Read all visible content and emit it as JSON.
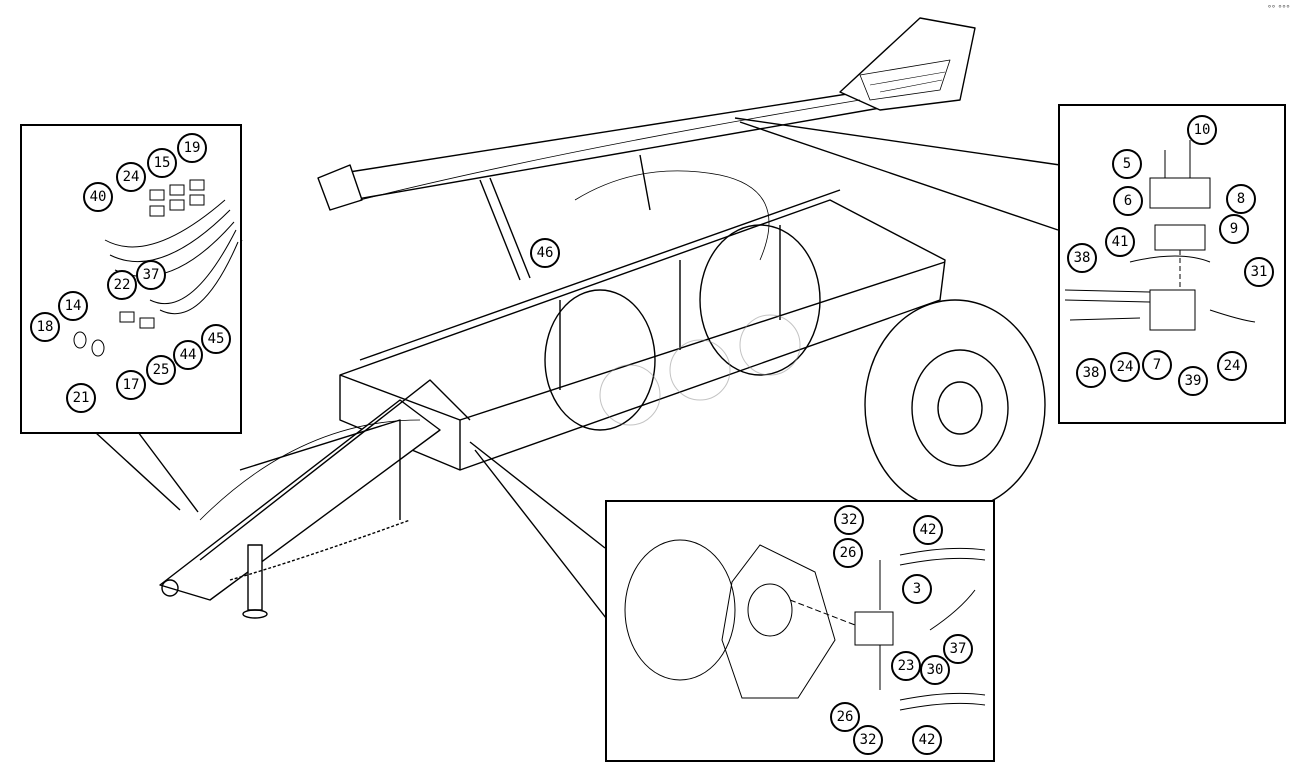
{
  "corner_mark": "°° °°°",
  "panels": {
    "left_detail": {
      "callouts": [
        "19",
        "15",
        "24",
        "40",
        "22",
        "37",
        "14",
        "18",
        "17",
        "25",
        "21",
        "44",
        "45"
      ]
    },
    "right_detail": {
      "callouts": [
        "10",
        "5",
        "8",
        "6",
        "9",
        "41",
        "38",
        "31",
        "24",
        "7",
        "39"
      ]
    },
    "bottom_detail": {
      "callouts": [
        "32",
        "26",
        "42",
        "3",
        "23",
        "30",
        "37"
      ]
    }
  },
  "labels": {
    "c19": "19",
    "c15": "15",
    "c24a": "24",
    "c40": "40",
    "c22": "22",
    "c37a": "37",
    "c14": "14",
    "c18": "18",
    "c17": "17",
    "c25": "25",
    "c21": "21",
    "c44": "44",
    "c45": "45",
    "c46": "46",
    "c10": "10",
    "c5": "5",
    "c8": "8",
    "c6": "6",
    "c9": "9",
    "c41": "41",
    "c38a": "38",
    "c31": "31",
    "c38b": "38",
    "c24b": "24",
    "c7": "7",
    "c39": "39",
    "c24c": "24",
    "c32a": "32",
    "c26a": "26",
    "c42a": "42",
    "c3": "3",
    "c23": "23",
    "c30": "30",
    "c37b": "37",
    "c26b": "26",
    "c32b": "32",
    "c42b": "42"
  }
}
